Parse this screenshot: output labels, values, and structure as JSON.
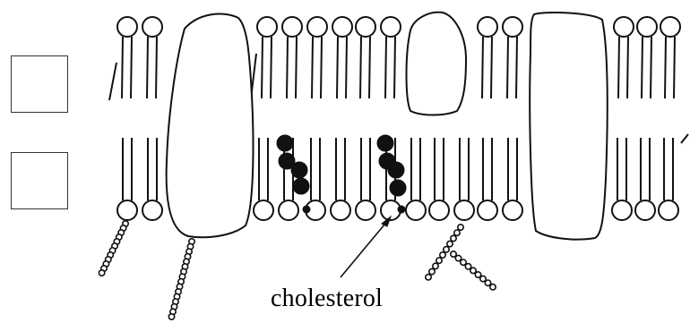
{
  "diagram": {
    "annotations": {
      "cholesterol": "cholesterol"
    },
    "label_boxes": [
      {
        "id": "box-top",
        "text": ""
      },
      {
        "id": "box-bottom",
        "text": ""
      }
    ],
    "colors": {
      "stroke": "#111111",
      "cholesterol_fill": "#111111",
      "background": "#ffffff",
      "box_border": "#333333"
    }
  }
}
